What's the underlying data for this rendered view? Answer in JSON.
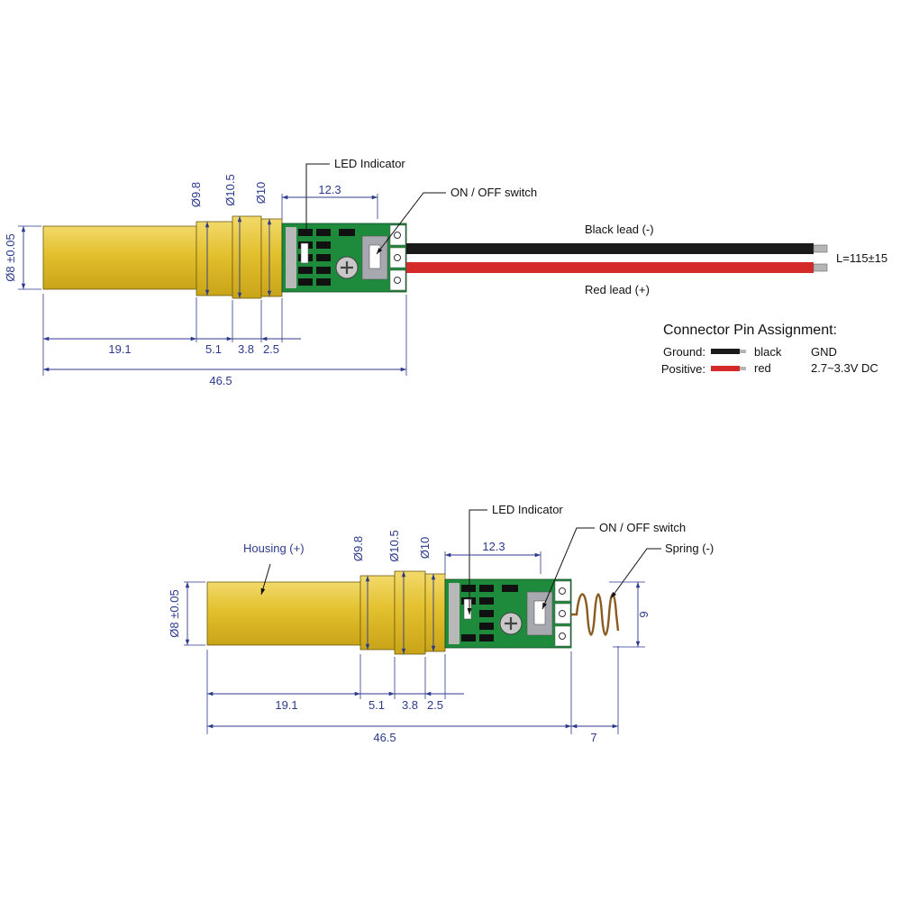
{
  "colors": {
    "housing_gold": "#e0be2c",
    "pcb_green": "#1e8a3c",
    "black_lead": "#1a1a1a",
    "red_lead": "#d42a2a",
    "dimension_blue": "#2c3a8c",
    "spring_brown": "#8a5a20"
  },
  "top_view": {
    "led_label": "LED Indicator",
    "switch_label": "ON / OFF switch",
    "black_lead_label": "Black lead (-)",
    "red_lead_label": "Red lead (+)",
    "lead_length": "L=115±15",
    "dims": {
      "diameter_body": "Ø8 ±0.05",
      "d1": "Ø9.8",
      "d2": "Ø10.5",
      "d3": "Ø10",
      "pcb_len": "12.3",
      "l1": "19.1",
      "l2": "5.1",
      "l3": "3.8",
      "l4": "2.5",
      "total": "46.5"
    }
  },
  "connector": {
    "title": "Connector Pin Assignment:",
    "rows": [
      {
        "name": "Ground:",
        "color_word": "black",
        "function": "GND"
      },
      {
        "name": "Positive:",
        "color_word": "red",
        "function": "2.7~3.3V DC"
      }
    ]
  },
  "bottom_view": {
    "housing_label": "Housing (+)",
    "led_label": "LED Indicator",
    "switch_label": "ON / OFF switch",
    "spring_label": "Spring (-)",
    "dims": {
      "diameter_body": "Ø8 ±0.05",
      "d1": "Ø9.8",
      "d2": "Ø10.5",
      "d3": "Ø10",
      "pcb_len": "12.3",
      "l1": "19.1",
      "l2": "5.1",
      "l3": "3.8",
      "l4": "2.5",
      "total": "46.5",
      "spring_len": "7",
      "spring_height": "9"
    }
  }
}
